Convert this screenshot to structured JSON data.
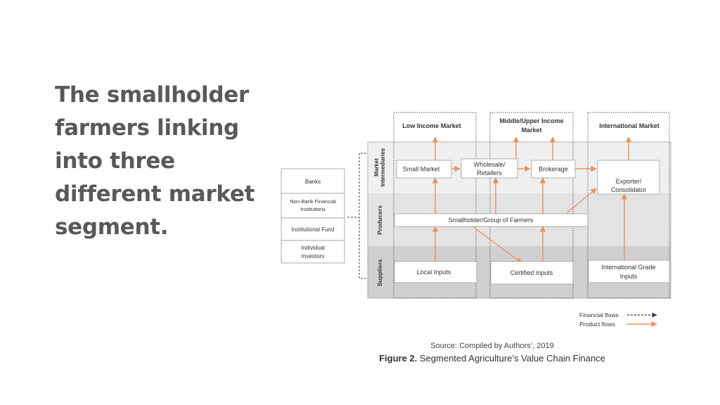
{
  "headline": "The smallholder farmers linking into three different market segment.",
  "markets": {
    "low": "Low Income Market",
    "middle": [
      "Middle/Upper Income",
      "Market"
    ],
    "international": "International Market"
  },
  "rows": {
    "intermediaries": [
      "Market",
      "Intermediaries"
    ],
    "producers": "Producers",
    "suppliers": "Suppliers"
  },
  "nodes": {
    "small_market": "Small Market",
    "wholesale": [
      "Wholesale/",
      "Retailers"
    ],
    "brokerage": "Brokerage",
    "exporter": [
      "Exporter/",
      "Consolidator"
    ],
    "smallholder": "Smallholder/Group of Farmers",
    "local_inputs": "Local Inputs",
    "certified_inputs": "Certified Inputs",
    "intl_inputs": [
      "International Grade",
      "Inputs"
    ]
  },
  "financiers": {
    "banks": "Banks",
    "nbfi": [
      "Non-Bank Financial",
      "Institutions"
    ],
    "institutional": "Institutional Fund",
    "individual": [
      "Individual",
      "Investors"
    ]
  },
  "legend": {
    "financial": "Financial flows",
    "product": "Product flows"
  },
  "colors": {
    "product_flow": "#E8925A",
    "financial_flow": "#3A3A5C",
    "text": "#595959"
  },
  "source": "Source: Compiled by Authors’, 2019",
  "caption": {
    "label": "Figure 2.",
    "text": "Segmented Agriculture’s Value Chain Finance"
  }
}
